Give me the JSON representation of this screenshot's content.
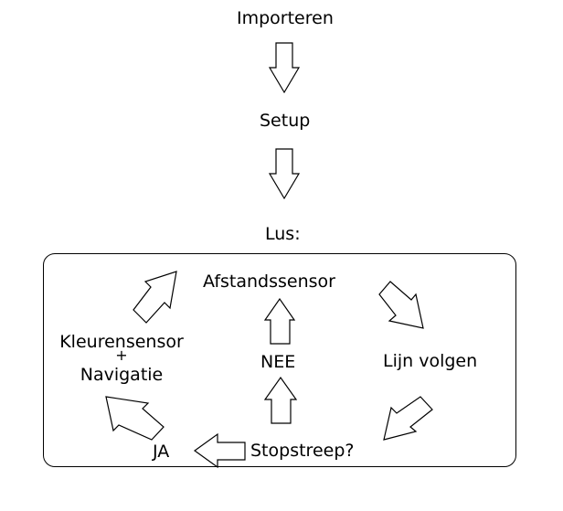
{
  "steps": {
    "import": "Importeren",
    "setup": "Setup",
    "loop": "Lus:"
  },
  "loop": {
    "distance_sensor": "Afstandssensor",
    "follow_line": "Lijn volgen",
    "stop_line": "Stopstreep?",
    "no": "NEE",
    "yes": "JA",
    "color_sensor": "Kleurensensor",
    "plus": "+",
    "navigation": "Navigatie"
  },
  "colors": {
    "stroke": "#000000",
    "fill": "#ffffff"
  }
}
